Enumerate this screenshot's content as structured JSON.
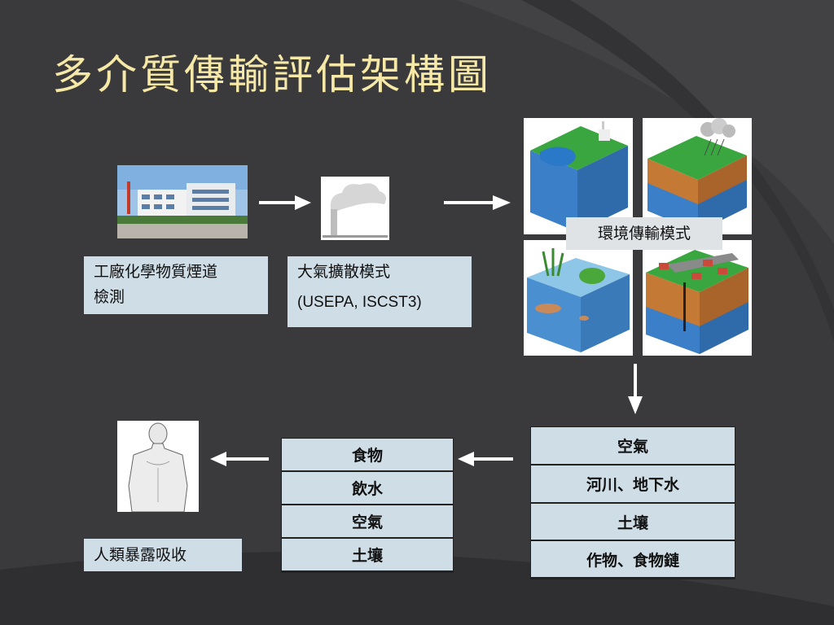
{
  "slide": {
    "title": "多介質傳輸評估架構圖"
  },
  "labels": {
    "factory_line1": "工廠化學物質煙道",
    "factory_line2": "檢測",
    "dispersion_line1": "大氣擴散模式",
    "dispersion_line2": "(USEPA, ISCST3)",
    "env_transport": "環境傳輸模式",
    "human_exposure": "人類暴露吸收"
  },
  "pathways": {
    "items": [
      "食物",
      "飲水",
      "空氣",
      "土壤"
    ]
  },
  "media": {
    "items": [
      "空氣",
      "河川、地下水",
      "土壤",
      "作物、食物鏈"
    ]
  },
  "colors": {
    "background": "#3a3a3c",
    "title": "#f6e8a6",
    "label_bg": "#cfdde6",
    "grass": "#3aa640",
    "water": "#3a7fc8",
    "soil": "#c47a34",
    "arrow": "#ffffff"
  },
  "icons": {
    "factory": "factory-photo",
    "smokestack": "smokestack-icon",
    "human": "human-body-icon",
    "environment": "environment-blocks-illustration"
  }
}
